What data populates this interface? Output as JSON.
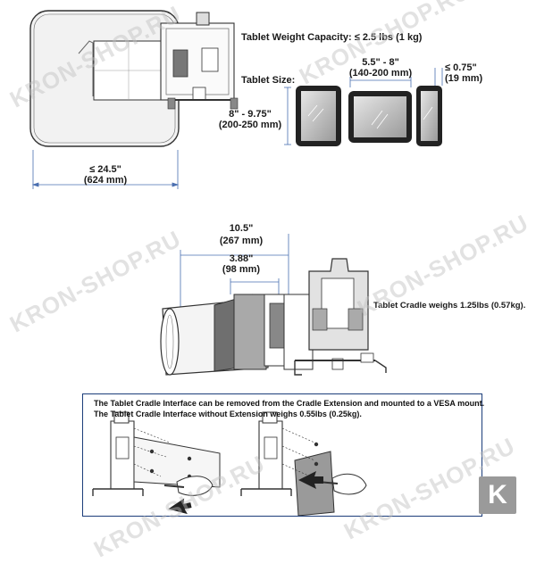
{
  "spec": {
    "weight_capacity": "Tablet Weight Capacity: ≤ 2.5 lbs (1 kg)",
    "tablet_size_label": "Tablet Size:",
    "width_range_in": "5.5\" - 8\"",
    "width_range_mm": "(140-200 mm)",
    "height_range_in": "8\" - 9.75\"",
    "height_range_mm": "(200-250 mm)",
    "depth_in": "≤ 0.75\"",
    "depth_mm": "(19 mm)",
    "display_width_in": "≤ 24.5\"",
    "display_width_mm": "(624 mm)"
  },
  "cradle": {
    "span_in": "10.5\"",
    "span_mm": "(267 mm)",
    "inner_in": "3.88\"",
    "inner_mm": "(98 mm)",
    "weight_note": "Tablet Cradle weighs 1.25lbs (0.57kg)."
  },
  "note": {
    "line1": "The Tablet Cradle Interface can be removed from the Cradle Extension and mounted to a VESA mount.",
    "line2": "The Tablet Cradle Interface without Extension weighs 0.55lbs (0.25kg)."
  },
  "watermark": "KRON-SHOP.RU",
  "badge_letter": "K"
}
